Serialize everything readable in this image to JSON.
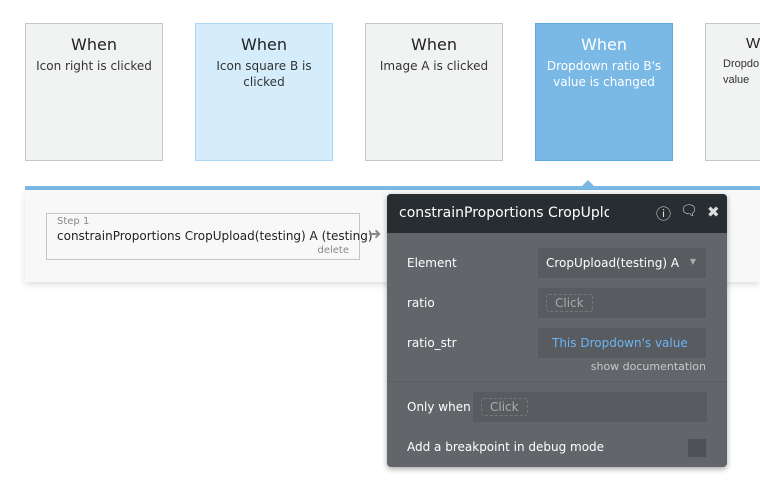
{
  "events": [
    {
      "when": "When",
      "desc": "Icon right is clicked",
      "state": "normal"
    },
    {
      "when": "When",
      "desc": "Icon square B is clicked",
      "state": "hover"
    },
    {
      "when": "When",
      "desc": "Image A is clicked",
      "state": "normal"
    },
    {
      "when": "When",
      "desc": "Dropdown ratio B's value is changed",
      "state": "selected"
    },
    {
      "when": "W",
      "desc": "Dropdo value",
      "state": "normal"
    }
  ],
  "workflow": {
    "step_label": "Step 1",
    "step_action": "constrainProportions CropUpload(testing) A (testing)",
    "delete_label": "delete"
  },
  "panel": {
    "title": "constrainProportions CropUpload(testing) A",
    "element_label": "Element",
    "element_value": "CropUpload(testing) A",
    "ratio_label": "ratio",
    "ratio_placeholder": "Click",
    "ratio_str_label": "ratio_str",
    "ratio_str_value": "This Dropdown's value",
    "show_documentation": "show documentation",
    "only_when_label": "Only when",
    "only_when_placeholder": "Click",
    "breakpoint_label": "Add a breakpoint in debug mode",
    "breakpoint_checked": false
  },
  "colors": {
    "accent": "#7ab8e5",
    "link": "#6db3f2",
    "panel": "#62666a",
    "header": "#272d30"
  }
}
